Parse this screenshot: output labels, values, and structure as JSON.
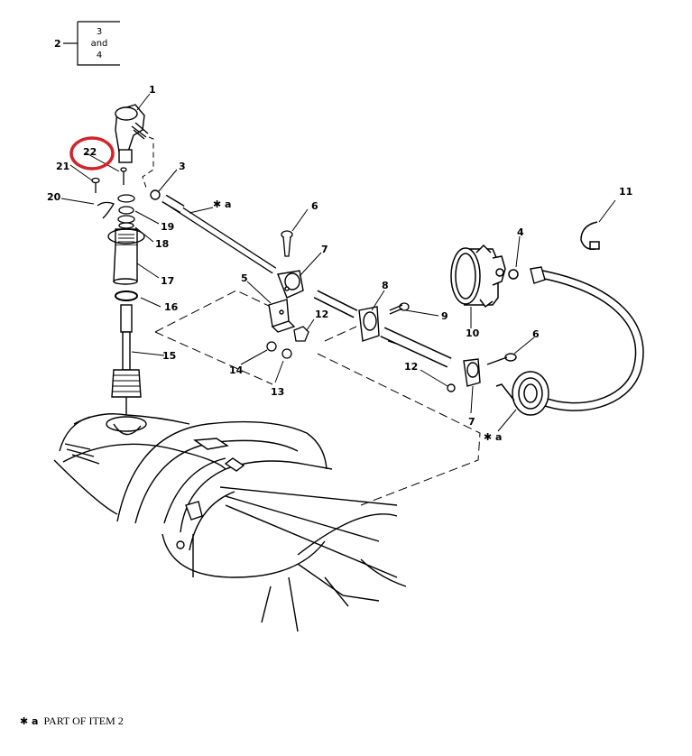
{
  "figure": {
    "header_box": {
      "parent": "2",
      "line1": "3",
      "line2": "and",
      "line3": "4"
    },
    "callouts": {
      "c1": "1",
      "c3": "3",
      "c4": "4",
      "c5": "5",
      "c6a": "6",
      "c6b": "6",
      "c7a": "7",
      "c7b": "7",
      "c8": "8",
      "c9": "9",
      "c10": "10",
      "c11": "11",
      "c12a": "12",
      "c12b": "12",
      "c13": "13",
      "c14": "14",
      "c15": "15",
      "c16": "16",
      "c17": "17",
      "c18": "18",
      "c19": "19",
      "c20": "20",
      "c21": "21",
      "c22": "22",
      "star_a1": "✱ a",
      "star_a2": "✱ a"
    },
    "highlight_color": "#d0242b",
    "note": {
      "symbol": "✱ a",
      "text": "PART OF ITEM 2"
    }
  }
}
